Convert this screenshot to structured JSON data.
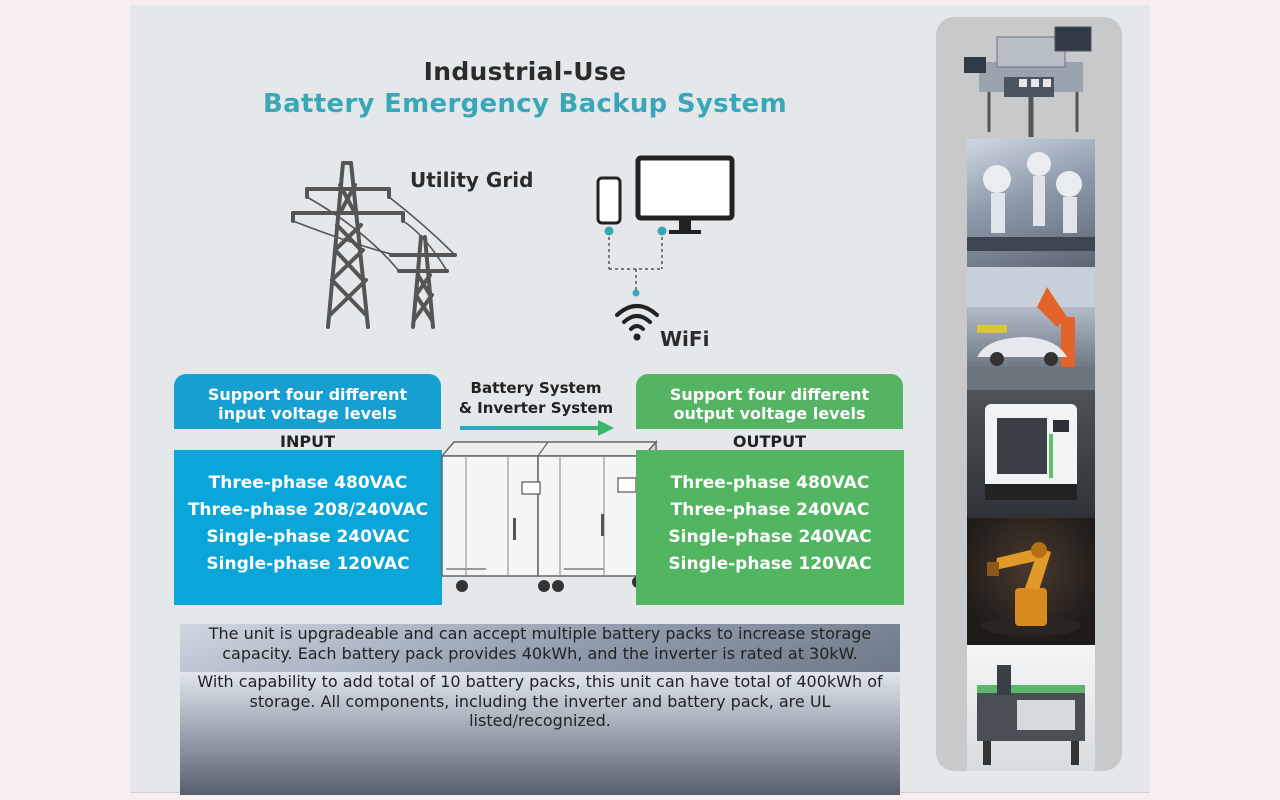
{
  "title": {
    "line1": "Industrial-Use",
    "line2": "Battery Emergency Backup System"
  },
  "diagram": {
    "grid_label": "Utility Grid",
    "wifi_label": "WiFi",
    "center_title_line1": "Battery System",
    "center_title_line2": "& Inverter System"
  },
  "input": {
    "header_line1": "Support four different",
    "header_line2": "input voltage levels",
    "label": "INPUT",
    "levels": [
      "Three-phase 480VAC",
      "Three-phase 208/240VAC",
      "Single-phase 240VAC",
      "Single-phase 120VAC"
    ]
  },
  "output": {
    "header_line1": "Support four different",
    "header_line2": "output voltage levels",
    "label": "OUTPUT",
    "levels": [
      "Three-phase 480VAC",
      "Three-phase 240VAC",
      "Single-phase 240VAC",
      "Single-phase 120VAC"
    ]
  },
  "description": {
    "paragraph1": "The unit is upgradeable and can accept multiple battery packs to increase storage capacity. Each battery pack provides 40kWh, and the inverter is rated at 30kW.",
    "paragraph2": "With capability to add total of 10 battery packs, this unit can have total of 400kWh of storage. All components, including the inverter and battery pack, are UL listed/recognized."
  },
  "colors": {
    "accent_teal": "#3aa7b9",
    "input_blue": "#0aa6d9",
    "output_green": "#52b561"
  }
}
